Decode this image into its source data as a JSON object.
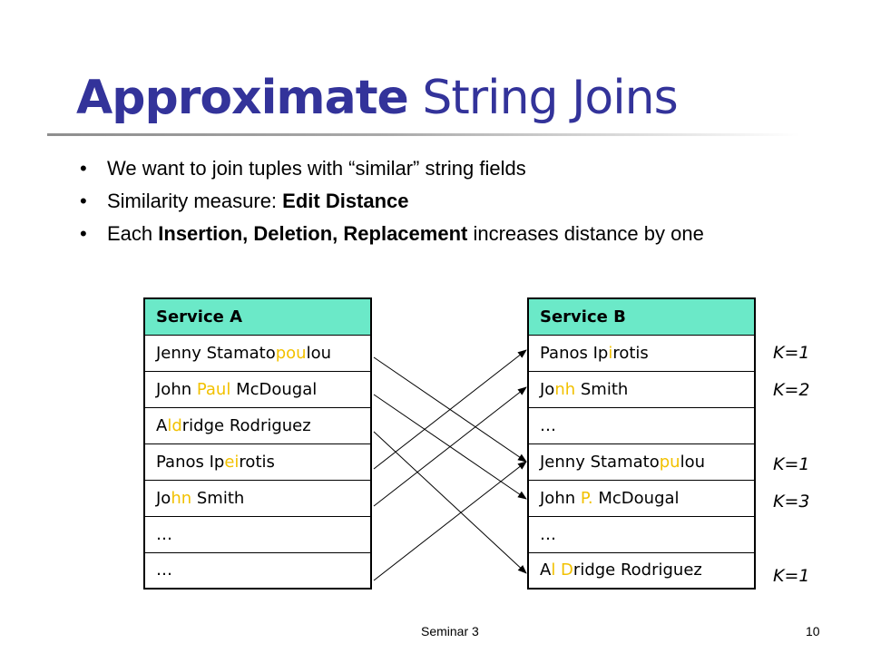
{
  "title": {
    "bold": "Approximate",
    "rest": "String Joins"
  },
  "bullets": [
    {
      "parts": [
        {
          "t": "We want to join tuples with “similar” string fields",
          "b": false
        }
      ]
    },
    {
      "parts": [
        {
          "t": "Similarity measure: ",
          "b": false
        },
        {
          "t": "Edit Distance",
          "b": true
        }
      ]
    },
    {
      "parts": [
        {
          "t": "Each ",
          "b": false
        },
        {
          "t": "Insertion, Deletion, Replacement",
          "b": true
        },
        {
          "t": " increases distance by one",
          "b": false
        }
      ]
    }
  ],
  "colors": {
    "title": "#33339a",
    "header_fill": "#6be9c8",
    "highlight": "#f2c100"
  },
  "table_a": {
    "header": "Service A",
    "rows": [
      [
        {
          "t": "Jenny Stamato",
          "h": false
        },
        {
          "t": "pou",
          "h": true
        },
        {
          "t": "lou",
          "h": false
        }
      ],
      [
        {
          "t": "John ",
          "h": false
        },
        {
          "t": "Paul",
          "h": true
        },
        {
          "t": " McDougal",
          "h": false
        }
      ],
      [
        {
          "t": "A",
          "h": false
        },
        {
          "t": "ld",
          "h": true
        },
        {
          "t": "ridge Rodriguez",
          "h": false
        }
      ],
      [
        {
          "t": "Panos Ip",
          "h": false
        },
        {
          "t": "ei",
          "h": true
        },
        {
          "t": "rotis",
          "h": false
        }
      ],
      [
        {
          "t": "Jo",
          "h": false
        },
        {
          "t": "hn",
          "h": true
        },
        {
          "t": " Smith",
          "h": false
        }
      ],
      [
        {
          "t": "…",
          "h": false
        }
      ],
      [
        {
          "t": "…",
          "h": false
        }
      ]
    ]
  },
  "table_b": {
    "header": "Service B",
    "rows": [
      [
        {
          "t": "Panos Ip",
          "h": false
        },
        {
          "t": "i",
          "h": true
        },
        {
          "t": "rotis",
          "h": false
        }
      ],
      [
        {
          "t": "Jo",
          "h": false
        },
        {
          "t": "nh",
          "h": true
        },
        {
          "t": " Smith",
          "h": false
        }
      ],
      [
        {
          "t": "…",
          "h": false
        }
      ],
      [
        {
          "t": "Jenny Stamato",
          "h": false
        },
        {
          "t": "pu",
          "h": true
        },
        {
          "t": "lou",
          "h": false
        }
      ],
      [
        {
          "t": "John ",
          "h": false
        },
        {
          "t": "P.",
          "h": true
        },
        {
          "t": " McDougal",
          "h": false
        }
      ],
      [
        {
          "t": "…",
          "h": false
        }
      ],
      [
        {
          "t": "A",
          "h": false
        },
        {
          "t": "l D",
          "h": true
        },
        {
          "t": "ridge Rodriguez",
          "h": false
        }
      ]
    ]
  },
  "matches": [
    {
      "from_row": 1,
      "to_row": 4
    },
    {
      "from_row": 2,
      "to_row": 5
    },
    {
      "from_row": 3,
      "to_row": 7
    },
    {
      "from_row": 4,
      "to_row": 1
    },
    {
      "from_row": 5,
      "to_row": 2
    },
    {
      "from_row": 7,
      "to_row": 4
    }
  ],
  "k_labels": [
    {
      "text": "K=1",
      "row": 1
    },
    {
      "text": "K=2",
      "row": 2
    },
    {
      "text": "K=1",
      "row": 4
    },
    {
      "text": "K=3",
      "row": 5
    },
    {
      "text": "K=1",
      "row": 7
    }
  ],
  "footer": {
    "label": "Seminar 3",
    "page": "10"
  }
}
